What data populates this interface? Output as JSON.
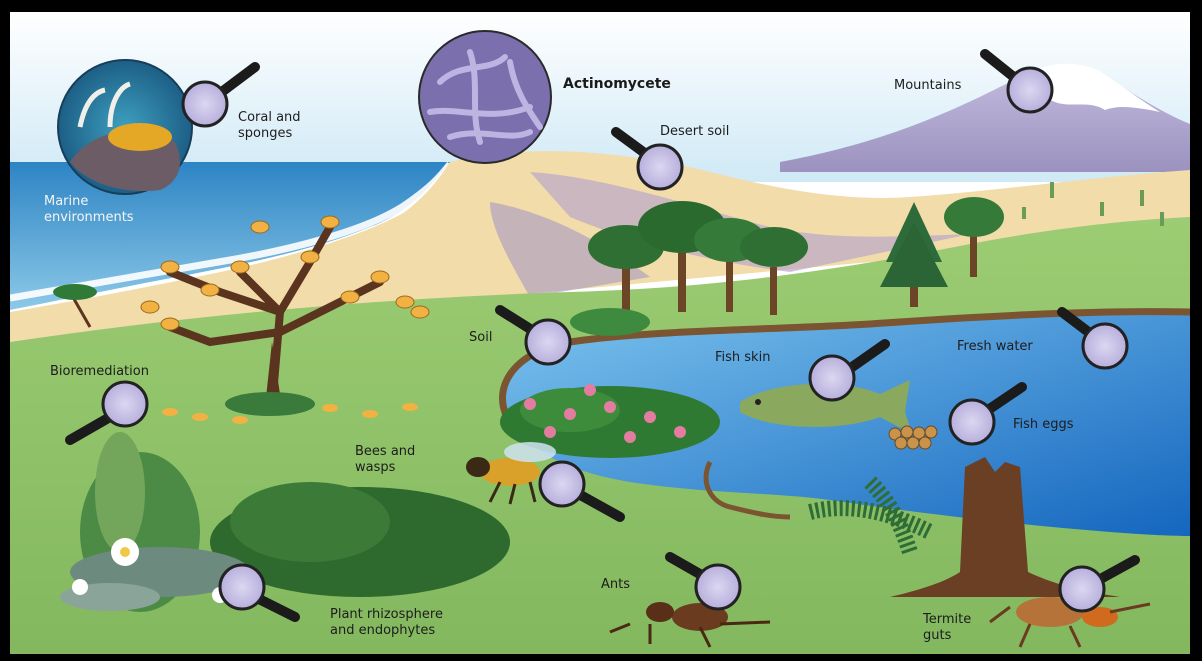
{
  "title": "Actinomycete",
  "habitats": {
    "coral": "Coral and\nsponges",
    "marine": "Marine\nenvironments",
    "desert": "Desert soil",
    "mountains": "Mountains",
    "soil": "Soil",
    "bioremediation": "Bioremediation",
    "fish_skin": "Fish skin",
    "fresh_water": "Fresh water",
    "fish_eggs": "Fish eggs",
    "bees": "Bees and\nwasps",
    "ants": "Ants",
    "plants": "Plant rhizosphere\nand endophytes",
    "termites": "Termite\nguts"
  },
  "colors": {
    "sky": "#dbeff8",
    "ocean": "#4ea6d6",
    "sand": "#f3deaf",
    "grass": "#8fc06a",
    "lake": "#2c8fd8",
    "mountain": "#a9a1c9",
    "lens_fill": "#c9c3e6",
    "handle": "#1b1b1b"
  }
}
